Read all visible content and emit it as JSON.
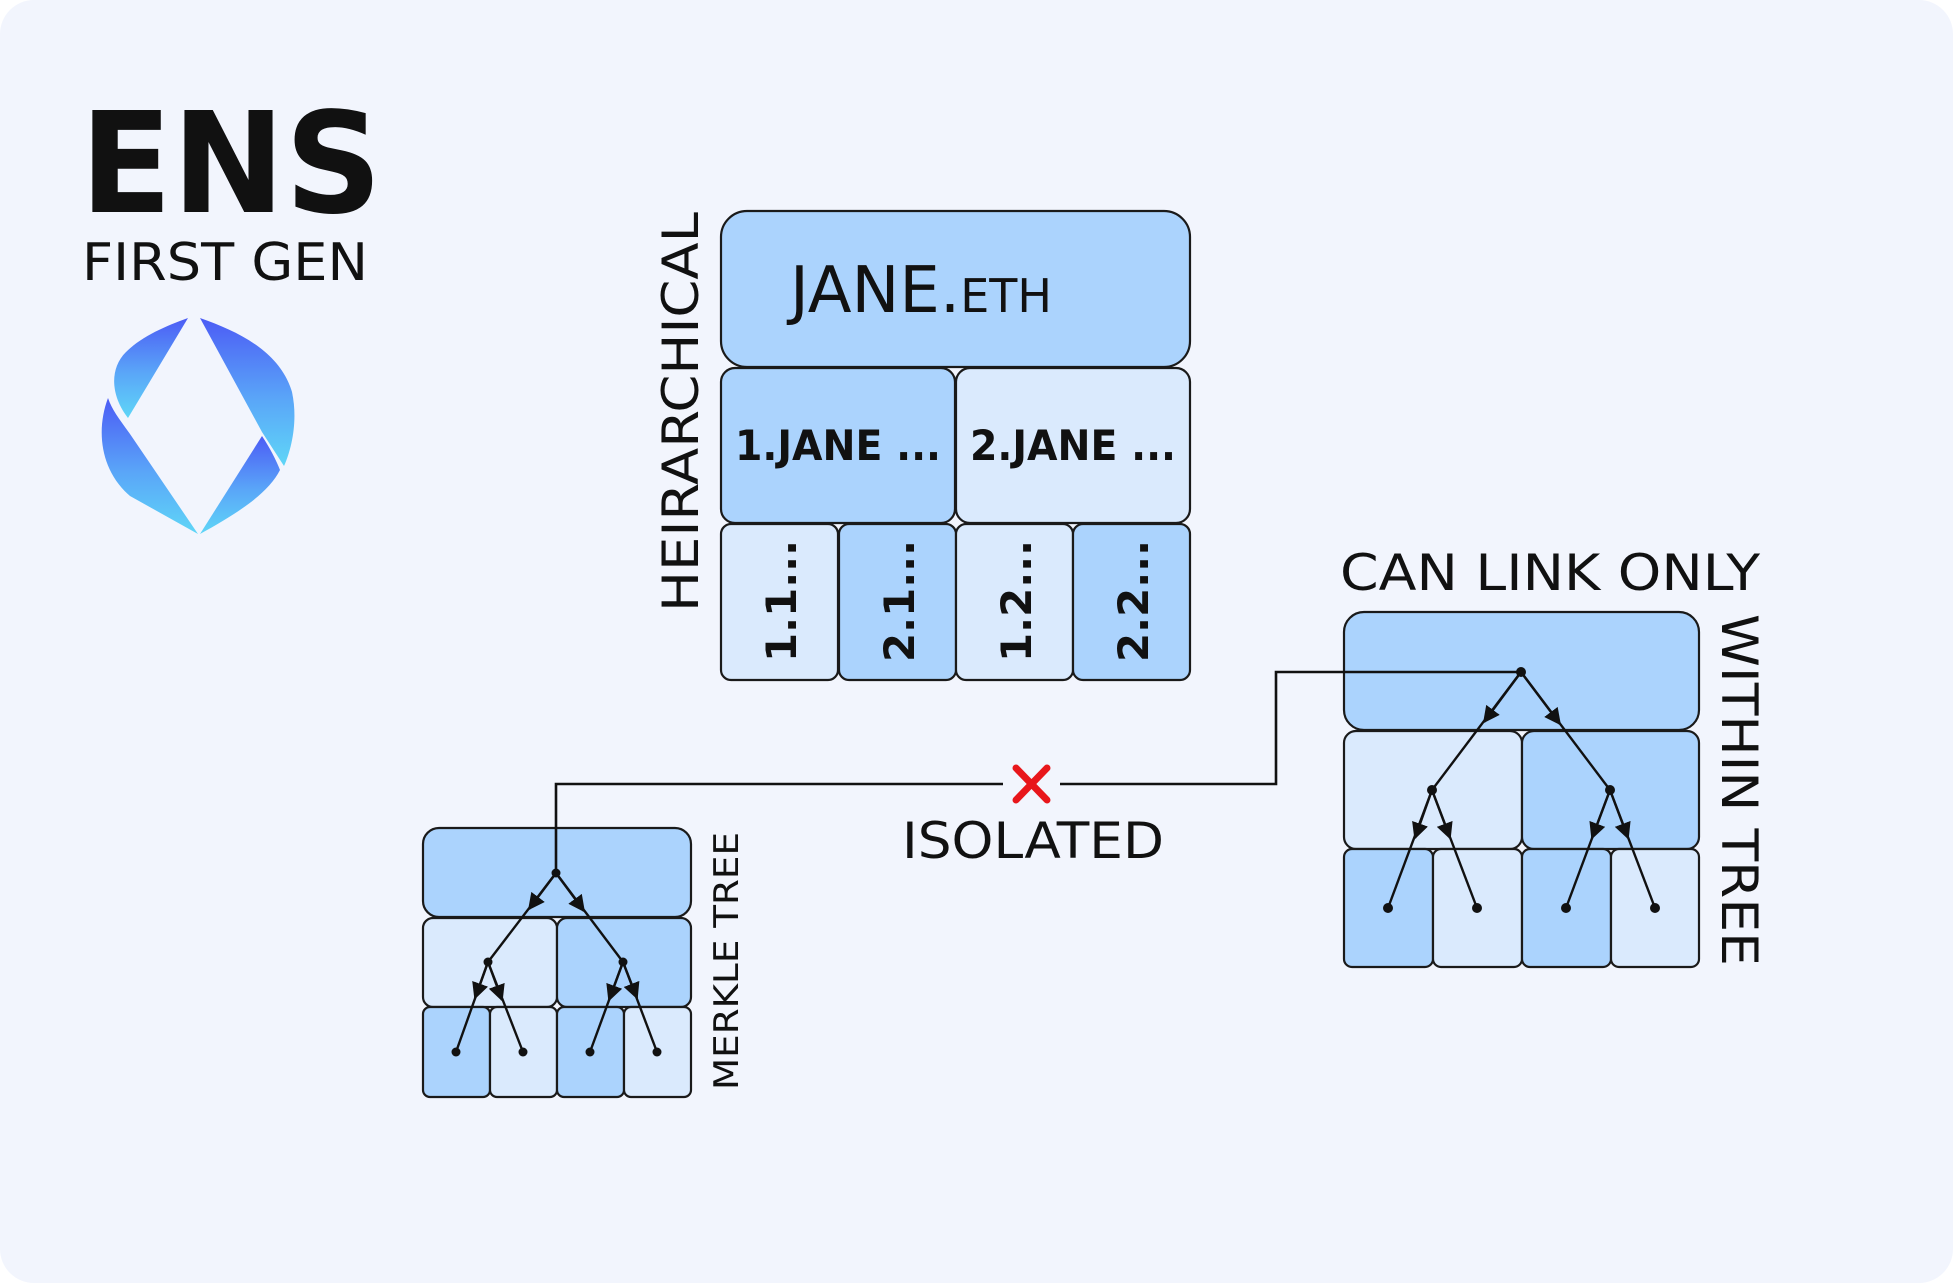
{
  "logo": {
    "wordmark": "ENS",
    "subtitle": "FIRST GEN",
    "emblem_icon": "ens-diamond-logo-icon",
    "gradient": [
      "#4c5cf5",
      "#5aa6f8",
      "#5fd6f7"
    ]
  },
  "hierarchy": {
    "side_label": "HEIRARCHICAL",
    "root": "JANE.",
    "root_suffix": "ETH",
    "level2": [
      "1.JANE ...",
      "2.JANE ..."
    ],
    "level3": [
      "1.1...",
      "2.1...",
      "1.2...",
      "2.2..."
    ]
  },
  "left_tree": {
    "label": "MERKLE TREE"
  },
  "right_tree": {
    "top_label": "CAN LINK ONLY",
    "side_label": "WITHIN TREE"
  },
  "connection": {
    "label": "ISOLATED",
    "status_icon": "red-x-icon",
    "status_color": "#e8161b"
  },
  "colors": {
    "background": "#f2f5fd",
    "cell_dark": "#abd3fd",
    "cell_light": "#daeafd"
  }
}
